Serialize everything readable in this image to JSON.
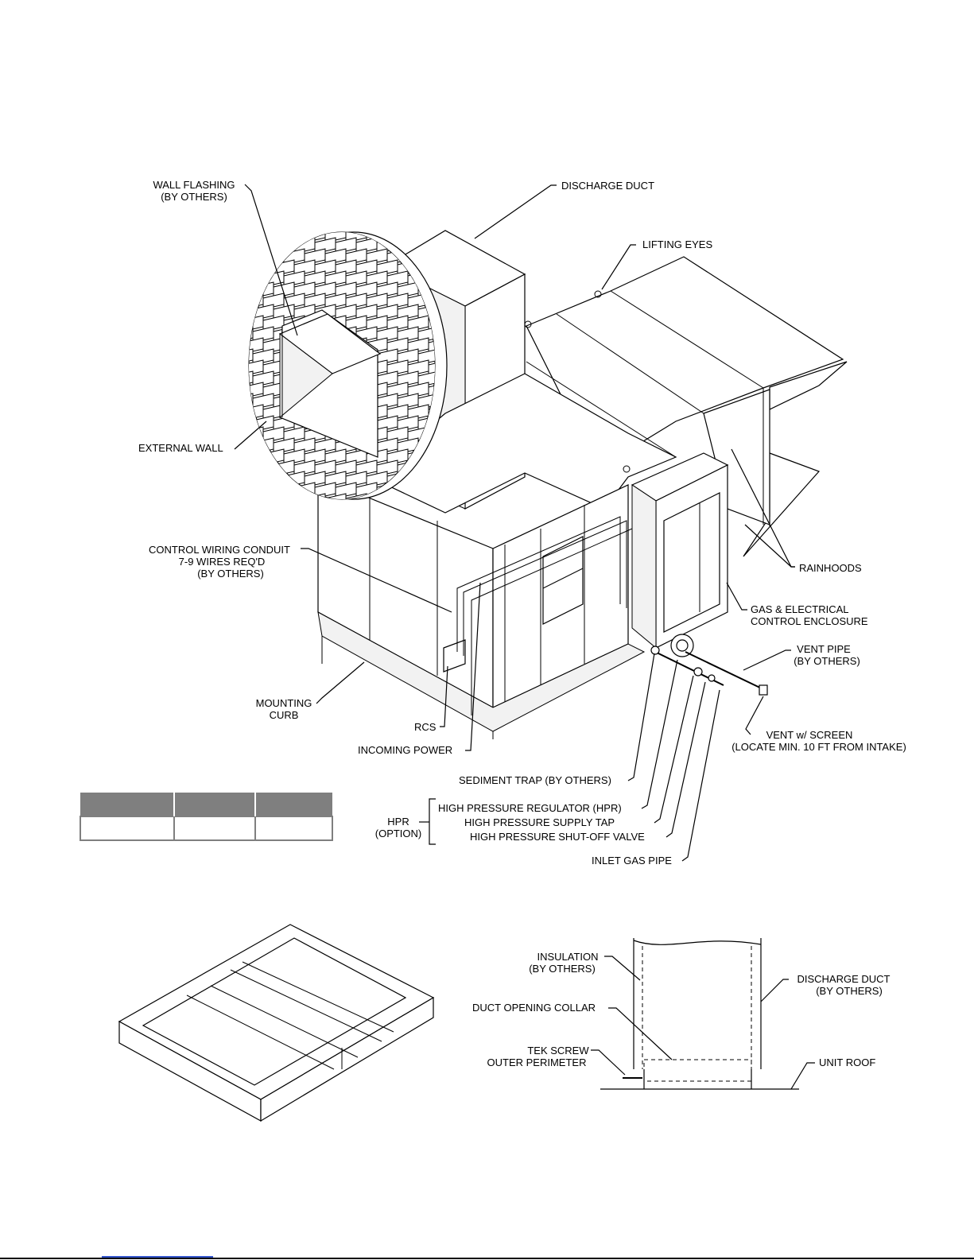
{
  "labels": {
    "wall_flashing": [
      "WALL FLASHING",
      "(BY OTHERS)"
    ],
    "discharge_duct": "DISCHARGE DUCT",
    "lifting_eyes": "LIFTING EYES",
    "external_wall": "EXTERNAL WALL",
    "control_wiring": [
      "CONTROL WIRING CONDUIT",
      "7-9 WIRES REQ'D",
      "(BY OTHERS)"
    ],
    "rainhoods": "RAINHOODS",
    "gas_enclosure": [
      "GAS & ELECTRICAL",
      "CONTROL ENCLOSURE"
    ],
    "vent_pipe": [
      "VENT PIPE",
      "(BY OTHERS)"
    ],
    "mounting_curb": [
      "MOUNTING",
      "CURB"
    ],
    "rcs": "RCS",
    "incoming_power": "INCOMING POWER",
    "vent_screen": [
      "VENT w/ SCREEN",
      "(LOCATE MIN. 10 FT FROM INTAKE)"
    ],
    "sediment_trap": "SEDIMENT TRAP (BY OTHERS)",
    "hpr_regulator": "HIGH PRESSURE REGULATOR (HPR)",
    "hp_supply_tap": "HIGH PRESSURE SUPPLY TAP",
    "hp_shutoff": "HIGH PRESSURE SHUT-OFF VALVE",
    "inlet_gas_pipe": "INLET GAS PIPE",
    "hpr_option": [
      "HPR",
      "(OPTION)"
    ]
  },
  "detail_labels": {
    "insulation": [
      "INSULATION",
      "(BY OTHERS)"
    ],
    "discharge_duct": [
      "DISCHARGE DUCT",
      "(BY OTHERS)"
    ],
    "duct_collar": "DUCT OPENING COLLAR",
    "tek_screw": [
      "TEK SCREW",
      "OUTER PERIMETER"
    ],
    "unit_roof": "UNIT ROOF"
  },
  "table": {
    "header": [
      "",
      "",
      ""
    ],
    "row": [
      "",
      "",
      ""
    ]
  }
}
